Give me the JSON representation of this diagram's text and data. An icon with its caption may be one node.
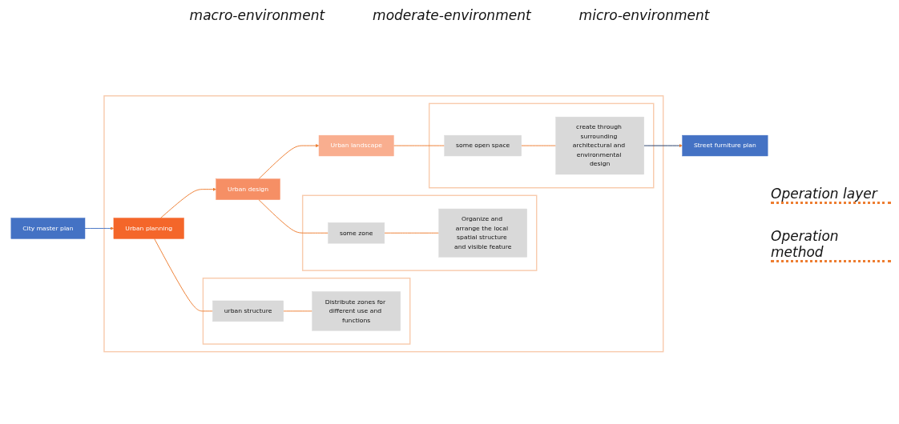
{
  "diagram": {
    "nodes": [
      {
        "text": [
          "City master plan"
        ]
      },
      {
        "text": [],
        "shape": "box"
      },
      {
        "text": [
          "Urban planning"
        ],
        "in": 1
      },
      {
        "text": [
          "Urban design"
        ],
        "in": 1
      },
      {
        "text": [
          "Urban landscape"
        ],
        "in": 1
      },
      {
        "text": [],
        "shape": "box",
        "in": 1
      },
      {
        "text": [
          "urban structure"
        ],
        "in": 5
      },
      {
        "text": [
          "Distribute zones for different use and functions"
        ],
        "in": 5
      },
      {
        "text": [],
        "shape": "box",
        "in": 1
      },
      {
        "text": [
          "some zone"
        ],
        "in": 8
      },
      {
        "text": [
          "Organize and arrange the local spatial structure and visible feature"
        ],
        "in": 8
      },
      {
        "text": [],
        "shape": "box",
        "in": 1
      },
      {
        "text": [
          "some open space"
        ],
        "in": 11
      },
      {
        "text": [
          "create through surrounding architectural and environmental design"
        ],
        "in": 11
      },
      {
        "text": [
          "Street furniture plan"
        ]
      }
    ],
    "edges": [
      {
        "from": 0,
        "to": 2,
        "arrow": "to",
        "color": "#4472c4"
      },
      {
        "from": 2,
        "to": 3,
        "arrow": "to"
      },
      {
        "from": 3,
        "to": 4,
        "arrow": "to"
      },
      {
        "from": 2,
        "to": 6,
        "arrow": "none"
      },
      {
        "from": 6,
        "to": 7,
        "arrow": "none"
      },
      {
        "from": 3,
        "to": 9,
        "arrow": "none"
      },
      {
        "from": 9,
        "to": 10,
        "arrow": "none"
      },
      {
        "from": 4,
        "to": 12,
        "arrow": "none"
      },
      {
        "from": 12,
        "to": 13,
        "arrow": "none"
      },
      {
        "from": 13,
        "to": 14,
        "arrow": "to",
        "color": "#203864"
      }
    ],
    "labels": [
      "macro-environment",
      "moderate-environment",
      "micro-environment",
      "Operation layer",
      "Operation method"
    ]
  }
}
